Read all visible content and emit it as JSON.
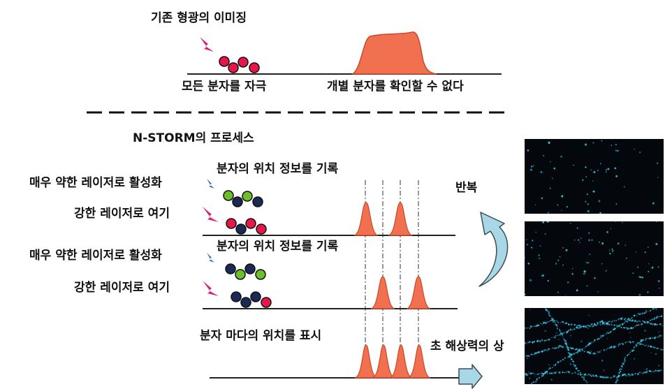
{
  "top": {
    "title": "기존 형광의 이미징",
    "left_caption": "모든 분자를 자극",
    "right_caption": "개별 분자를 확인할 수 없다"
  },
  "process": {
    "title": "N-STORM의 프로세스",
    "steps": [
      {
        "weak": "매우 약한 레이저로 활성화",
        "record": "분자의 위치 정보를 기록",
        "strong": "강한 레이저로 여기"
      },
      {
        "weak": "매우 약한 레이저로 활성화",
        "record": "분자의 위치 정보를 기록",
        "strong": "강한 레이저로 여기"
      }
    ],
    "display": "분자 마다의 위치를 표시",
    "repeat": "반복",
    "result": "초 해상력의 상"
  },
  "colors": {
    "peak": "#f07050",
    "peak_stroke": "#c84a2a",
    "molecule_red": "#e8174a",
    "molecule_green": "#6bbf2a",
    "molecule_navy": "#1b2a55",
    "laser_pink": "#d8207a",
    "laser_blue": "#2a5aa8",
    "arrow": "#a8d8e8",
    "panel_bg": "#04070c",
    "dots": "#35c8e8"
  }
}
